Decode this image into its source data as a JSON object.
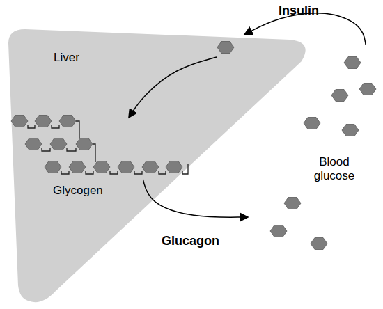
{
  "diagram": {
    "nodes": [
      {
        "text": [
          "Liver"
        ]
      },
      {
        "text": [
          "Glycogen"
        ],
        "in": 0
      },
      {
        "text": [
          "Blood glucose"
        ]
      }
    ],
    "edges": [
      {
        "from": 2,
        "to": 1,
        "arrow": "to",
        "label": "Insulin"
      },
      {
        "from": 1,
        "to": 2,
        "arrow": "to",
        "label": "Glucagon"
      }
    ]
  }
}
